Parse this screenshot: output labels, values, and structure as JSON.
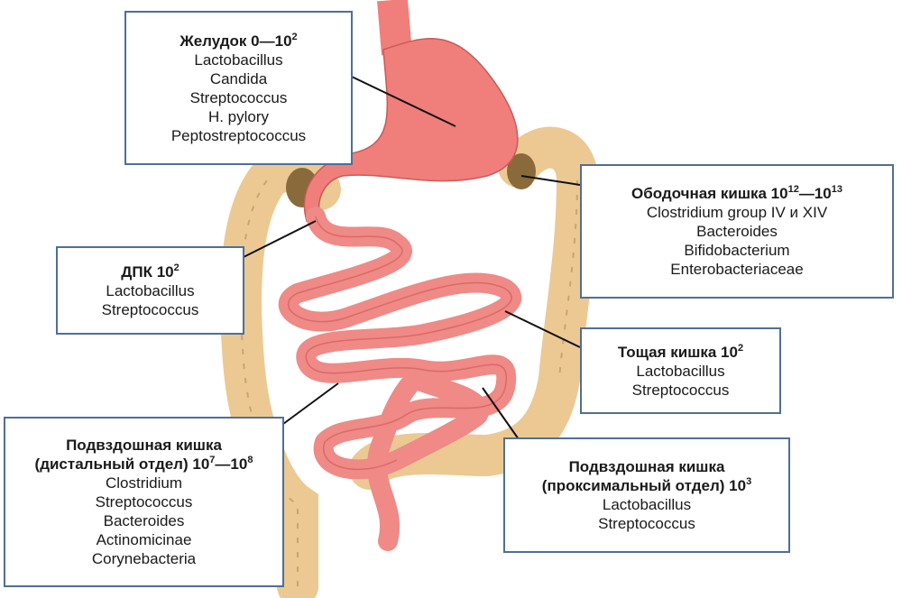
{
  "labels": {
    "stomach": {
      "title": [
        {
          "t": "Желудок 0—10"
        },
        {
          "s": "2"
        }
      ],
      "items": [
        "Lactobacillus",
        "Candida",
        "Streptococcus",
        "H. pylory",
        "Peptostreptococcus"
      ]
    },
    "duodenum": {
      "title": [
        {
          "t": "ДПК 10"
        },
        {
          "s": "2"
        }
      ],
      "items": [
        "Lactobacillus",
        "Streptococcus"
      ]
    },
    "colon": {
      "title": [
        {
          "t": "Ободочная кишка 10"
        },
        {
          "s": "12"
        },
        {
          "t": "—10"
        },
        {
          "s": "13"
        }
      ],
      "items": [
        "Clostridium group IV и XIV",
        "Bacteroides",
        "Bifidobacterium",
        "Enterobacteriaceae"
      ]
    },
    "jejunum": {
      "title": [
        {
          "t": "Тощая кишка 10"
        },
        {
          "s": "2"
        }
      ],
      "items": [
        "Lactobacillus",
        "Streptococcus"
      ]
    },
    "ileum_distal": {
      "title_line1": "Подвздошная кишка",
      "title": [
        {
          "t": "(дистальный отдел) 10"
        },
        {
          "s": "7"
        },
        {
          "t": "—10"
        },
        {
          "s": "8"
        }
      ],
      "items": [
        "Clostridium",
        "Streptococcus",
        "Bacteroides",
        "Actinomicinae",
        "Corynebacteria"
      ]
    },
    "ileum_proximal": {
      "title_line1": "Подвздошная кишка",
      "title": [
        {
          "t": "(проксимальный отдел) 10"
        },
        {
          "s": "3"
        }
      ],
      "items": [
        "Lactobacillus",
        "Streptococcus"
      ]
    }
  },
  "colors": {
    "border": "#4f6f96",
    "intestine": "#ef8a86",
    "colon": "#ecc993",
    "stomach": "#f07e7a"
  }
}
